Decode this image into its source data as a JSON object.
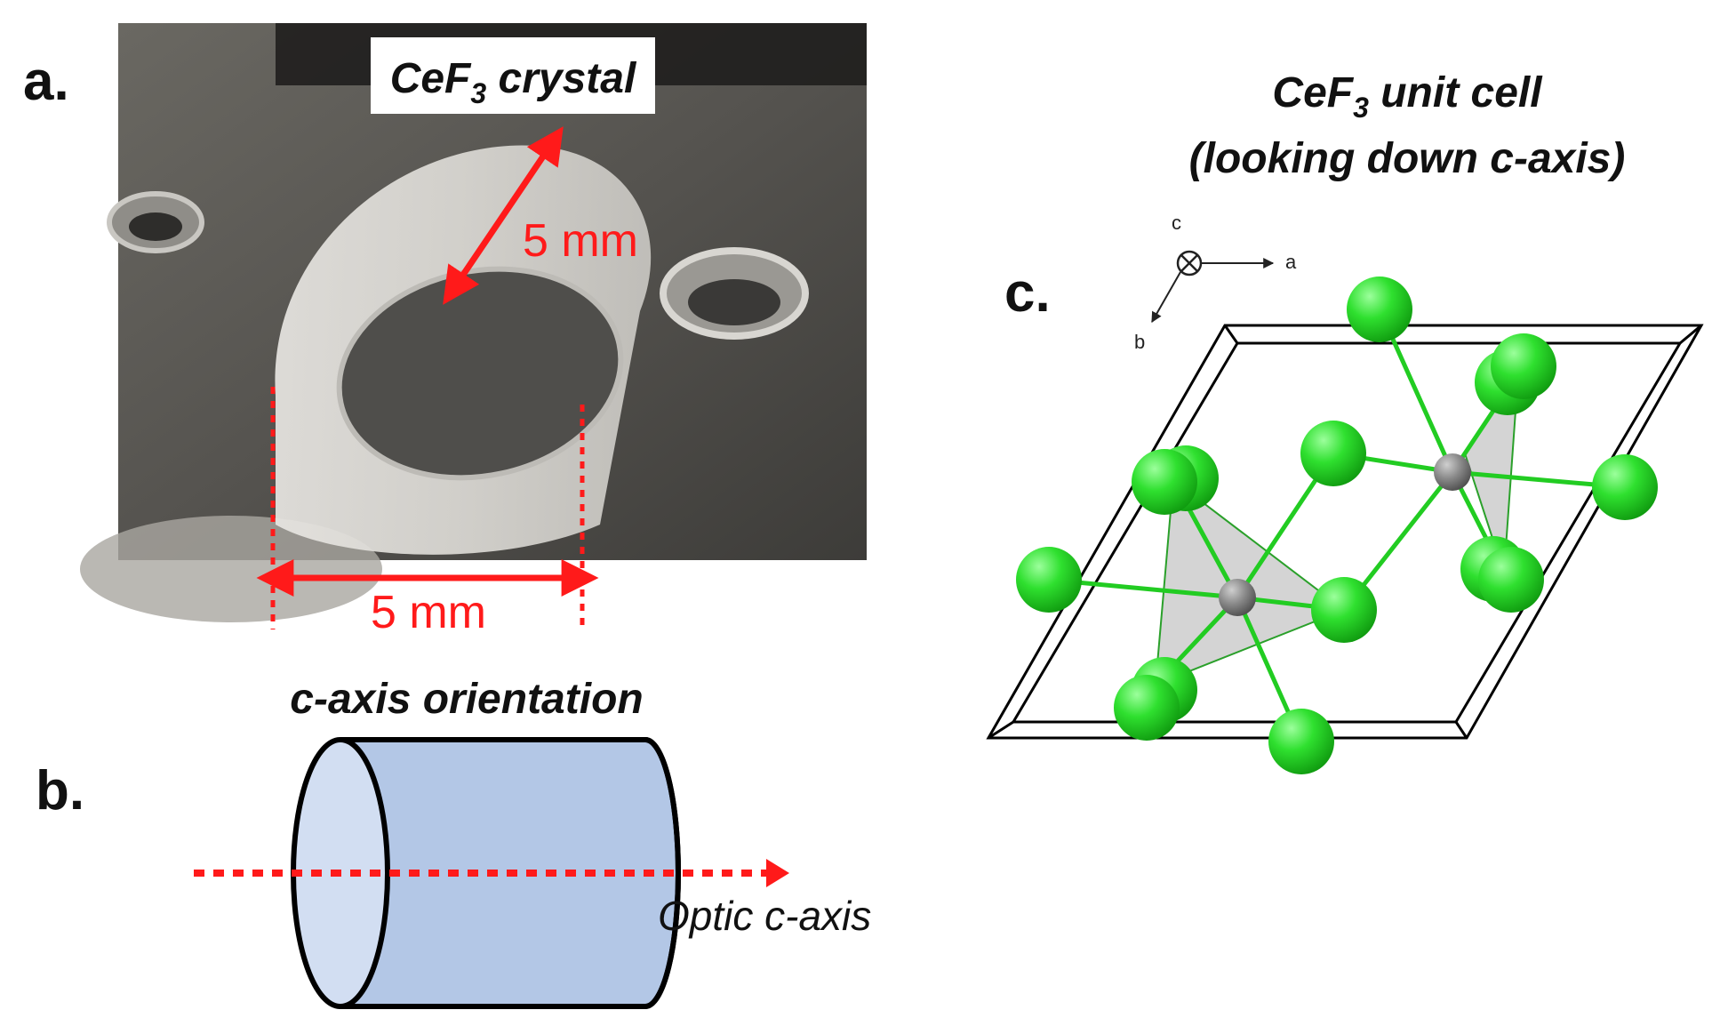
{
  "panels": {
    "a": {
      "label": "a.",
      "overlay_label_main": "CeF",
      "overlay_label_sub": "3",
      "overlay_label_rest": " crystal",
      "dimension_diameter": "5 mm",
      "dimension_length": "5 mm"
    },
    "b": {
      "label": "b.",
      "title": "c-axis orientation",
      "axis_label": "Optic c-axis"
    },
    "c": {
      "label": "c.",
      "title_line1_main": "CeF",
      "title_line1_sub": "3",
      "title_line1_rest": " unit cell",
      "title_line2": "(looking down c-axis)",
      "axes": {
        "c": "c",
        "a": "a",
        "b": "b"
      }
    }
  },
  "colors": {
    "dimension_red": "#ff1a1a",
    "cylinder_fill": "#b3c7e6",
    "cylinder_face": "#d2def2",
    "fluorine_green": "#22dd22",
    "cerium_gray": "#8a8a8a"
  }
}
